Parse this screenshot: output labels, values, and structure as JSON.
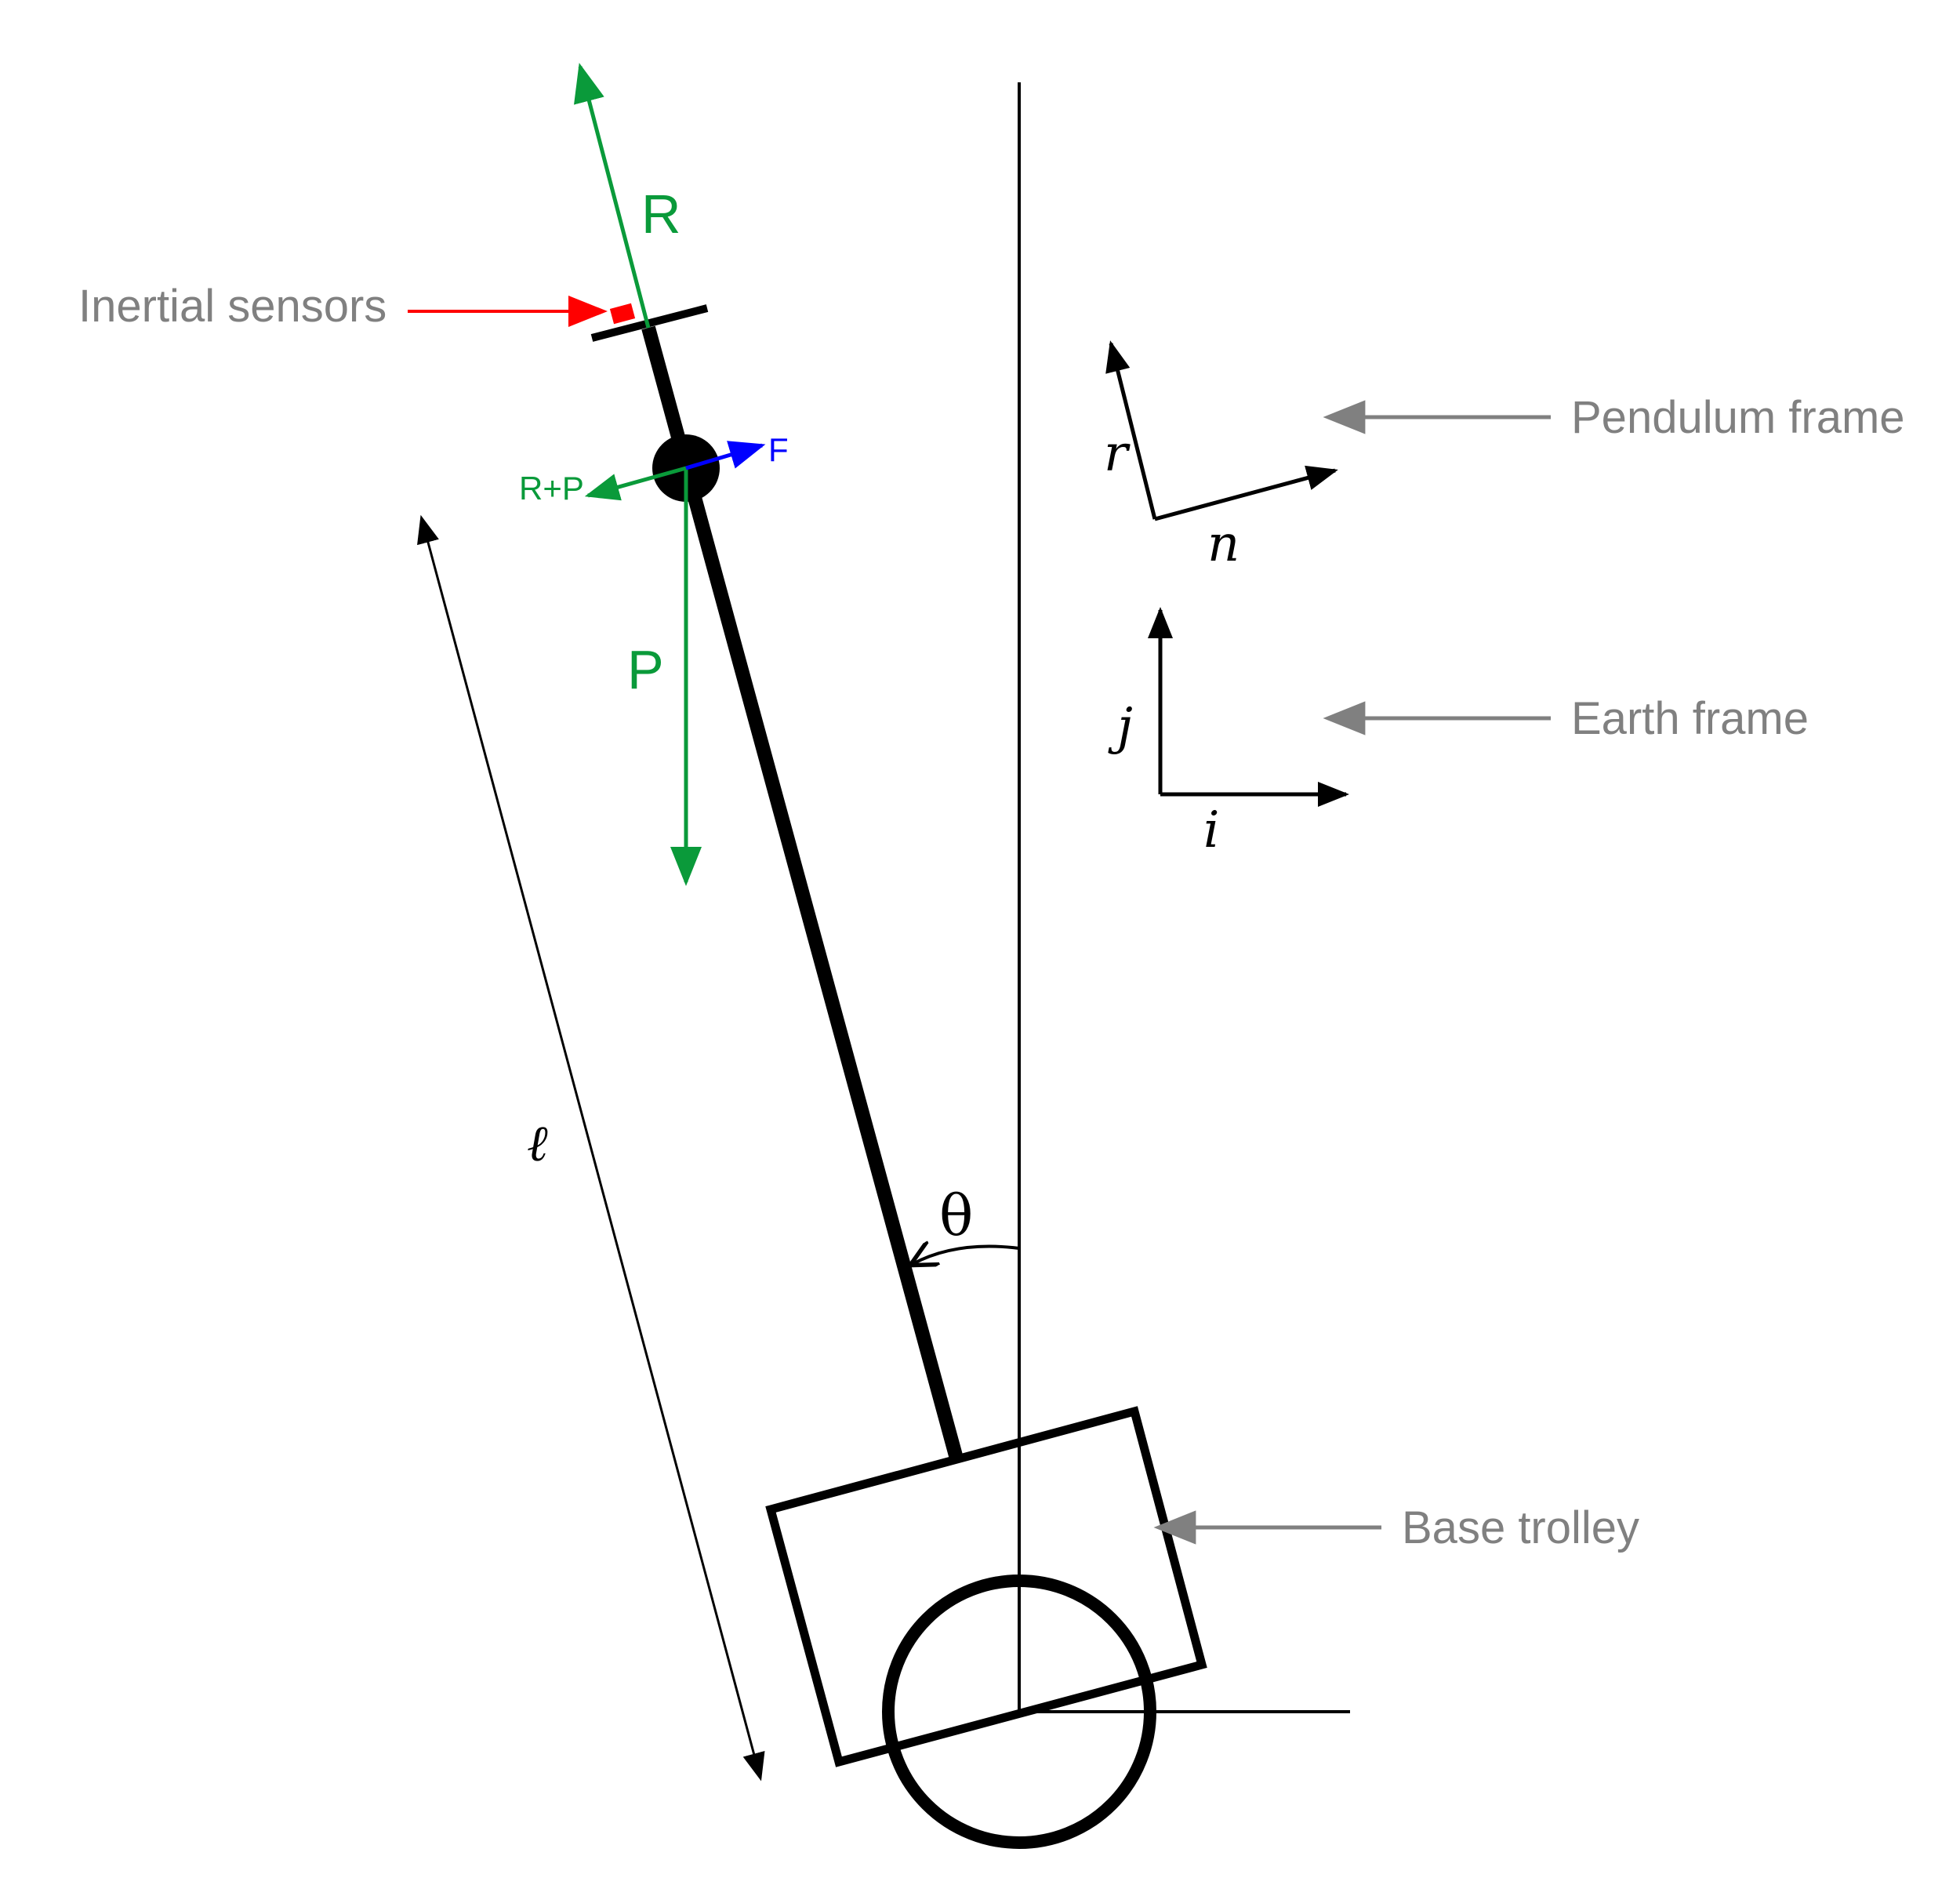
{
  "labels": {
    "inertial_sensors": "Inertial sensors",
    "pendulum_frame": "Pendulum frame",
    "earth_frame": "Earth frame",
    "base_trolley": "Base trolley",
    "force_r": "R",
    "force_p": "P",
    "force_rp": "R+P",
    "force_f": "F",
    "length": "ℓ",
    "angle": "θ",
    "axis_r": "r",
    "axis_n": "n",
    "axis_j": "j",
    "axis_i": "i"
  },
  "colors": {
    "structure": "#000000",
    "force_green": "#0a9a3a",
    "force_blue": "#0000ff",
    "sensor_red": "#ff0000",
    "callout_gray": "#808080"
  }
}
